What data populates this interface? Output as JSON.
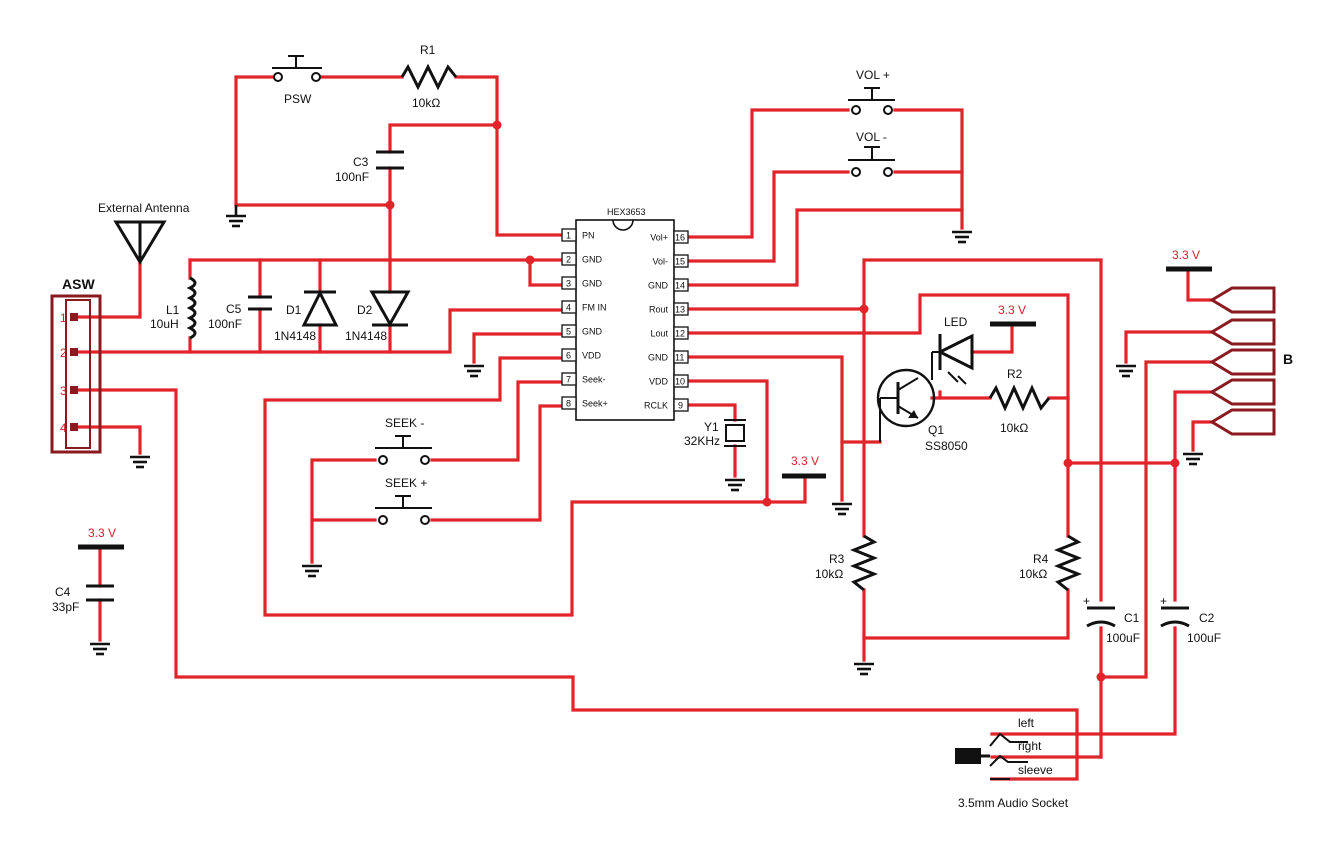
{
  "ic": {
    "name": "HEX3653",
    "left_pins": [
      {
        "num": "1",
        "label": "PN"
      },
      {
        "num": "2",
        "label": "GND"
      },
      {
        "num": "3",
        "label": "GND"
      },
      {
        "num": "4",
        "label": "FM IN"
      },
      {
        "num": "5",
        "label": "GND"
      },
      {
        "num": "6",
        "label": "VDD"
      },
      {
        "num": "7",
        "label": "Seek-"
      },
      {
        "num": "8",
        "label": "Seek+"
      }
    ],
    "right_pins": [
      {
        "num": "16",
        "label": "Vol+"
      },
      {
        "num": "15",
        "label": "Vol-"
      },
      {
        "num": "14",
        "label": "GND"
      },
      {
        "num": "13",
        "label": "Rout"
      },
      {
        "num": "12",
        "label": "Lout"
      },
      {
        "num": "11",
        "label": "GND"
      },
      {
        "num": "10",
        "label": "VDD"
      },
      {
        "num": "9",
        "label": "RCLK"
      }
    ]
  },
  "components": {
    "psw": "PSW",
    "r1": "R1",
    "r1_value": "10kΩ",
    "c3": "C3",
    "c3_value": "100nF",
    "antenna": "External Antenna",
    "l1": "L1",
    "l1_value": "10uH",
    "c5": "C5",
    "c5_value": "100nF",
    "d1": "D1",
    "d1_value": "1N4148",
    "d2": "D2",
    "d2_value": "1N4148",
    "vol_plus": "VOL +",
    "vol_minus": "VOL -",
    "seek_minus": "SEEK -",
    "seek_plus": "SEEK +",
    "y1": "Y1",
    "y1_value": "32KHz",
    "led": "LED",
    "q1": "Q1",
    "q1_value": "SS8050",
    "r2": "R2",
    "r2_value": "10kΩ",
    "r3": "R3",
    "r3_value": "10kΩ",
    "r4": "R4",
    "r4_value": "10kΩ",
    "c1": "C1",
    "c1_value": "100uF",
    "c2": "C2",
    "c2_value": "100uF",
    "c4": "C4",
    "c4_value": "33pF",
    "cap_plus": "+",
    "supply": "3.3 V",
    "asw": "ASW",
    "asw_pins": [
      "1",
      "2",
      "3",
      "4"
    ],
    "b": "B",
    "socket": "3.5mm Audio Socket",
    "left": "left",
    "right": "right",
    "sleeve": "sleeve"
  }
}
